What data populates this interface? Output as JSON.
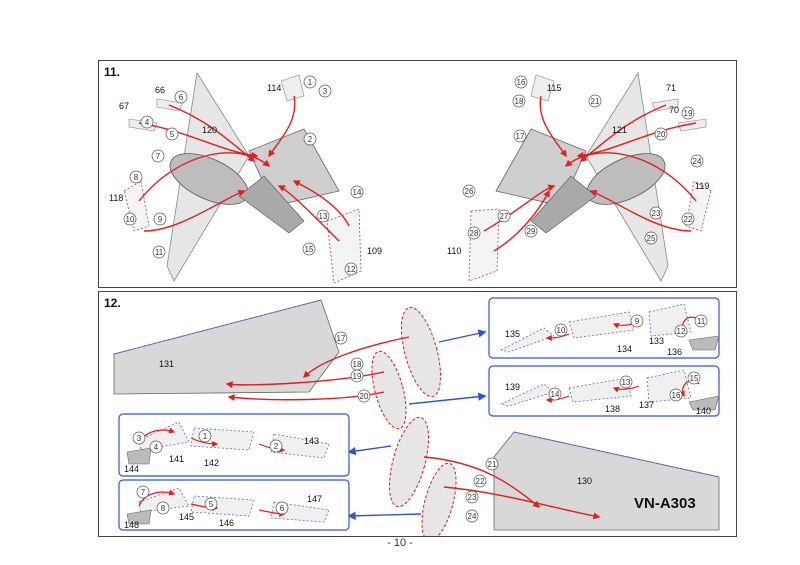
{
  "steps": {
    "step11": {
      "label": "11.",
      "parts": [
        "67",
        "66",
        "120",
        "114",
        "118",
        "109",
        "71",
        "70",
        "121",
        "115",
        "119",
        "110"
      ],
      "circles": [
        "1",
        "2",
        "3",
        "4",
        "5",
        "6",
        "7",
        "8",
        "9",
        "10",
        "11",
        "12",
        "13",
        "14",
        "15",
        "16",
        "17",
        "18",
        "19",
        "20",
        "21",
        "22",
        "23",
        "24",
        "25",
        "26",
        "27",
        "28",
        "29"
      ]
    },
    "step12": {
      "label": "12.",
      "parts": [
        "131",
        "130",
        "135",
        "134",
        "133",
        "136",
        "139",
        "138",
        "137",
        "140",
        "144",
        "141",
        "142",
        "143",
        "148",
        "145",
        "146",
        "147"
      ],
      "circles": [
        "1",
        "2",
        "3",
        "4",
        "5",
        "6",
        "7",
        "8",
        "9",
        "10",
        "11",
        "12",
        "13",
        "14",
        "15",
        "16",
        "17",
        "18",
        "19",
        "20",
        "21",
        "22",
        "23",
        "24"
      ],
      "registration": "VN-A303"
    }
  },
  "page_number": "- 10 -",
  "colors": {
    "arrow": "#e02020",
    "blue_arrow": "#3355cc",
    "part_fill": "#d8d8d8",
    "outline": "#555555"
  }
}
